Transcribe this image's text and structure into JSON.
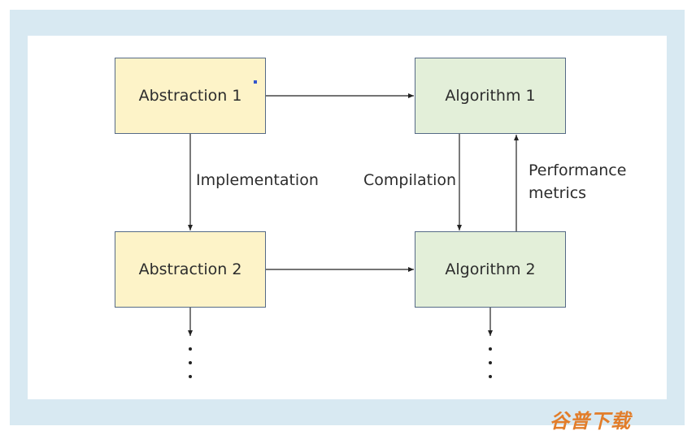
{
  "diagram": {
    "nodes": {
      "abstraction_1": "Abstraction 1",
      "algorithm_1": "Algorithm 1",
      "abstraction_2": "Abstraction 2",
      "algorithm_2": "Algorithm 2"
    },
    "edge_labels": {
      "implementation": "Implementation",
      "compilation": "Compilation",
      "performance_line1": "Performance",
      "performance_line2": "metrics"
    },
    "colors": {
      "abstraction_fill": "#fdf3c8",
      "algorithm_fill": "#e3efd9",
      "frame": "#d8e9f2",
      "border": "#556a86",
      "watermark": "#e27d2a"
    }
  },
  "watermark": {
    "text": "谷普下载"
  }
}
